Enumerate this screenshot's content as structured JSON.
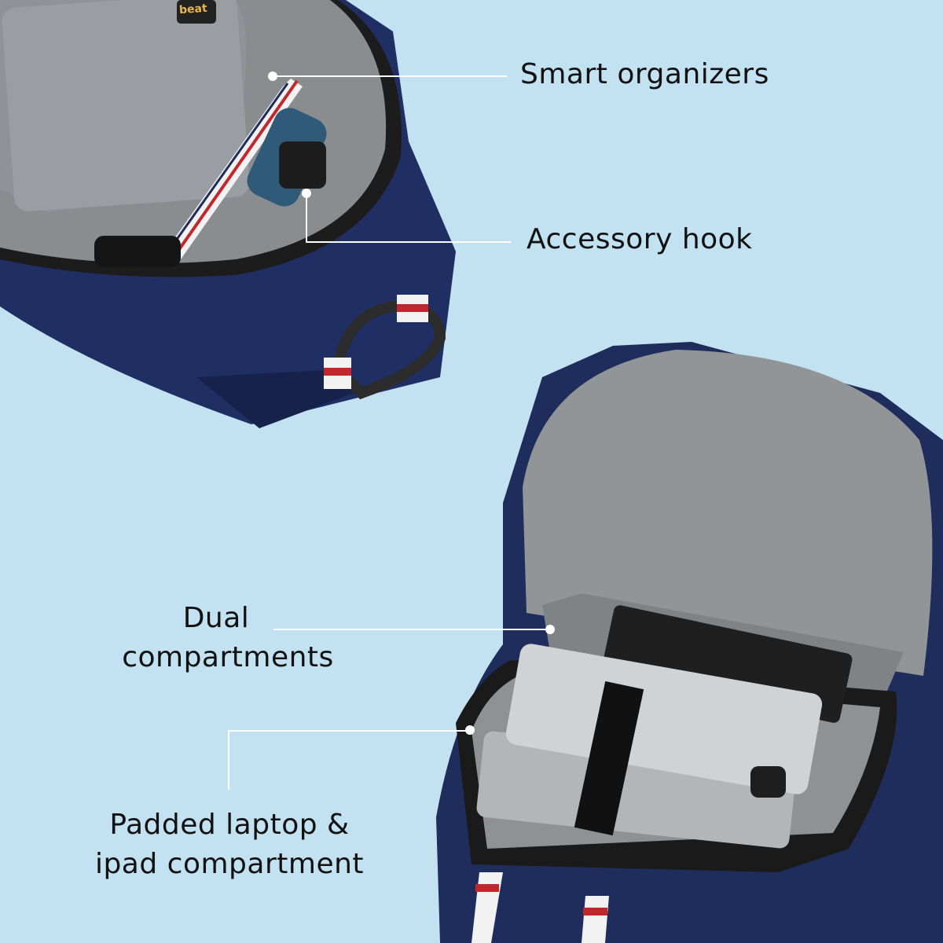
{
  "callouts": {
    "smart_organizers": "Smart organizers",
    "accessory_hook": "Accessory hook",
    "dual_compartments_line1": "Dual",
    "dual_compartments_line2": "compartments",
    "padded_line1": "Padded laptop &",
    "padded_line2": "ipad compartment"
  },
  "brand_tag": "beat",
  "colors": {
    "background": "#c3e2f1",
    "navy": "#1f2d5c",
    "lining": "#8e9294",
    "leader_line": "#ffffff"
  }
}
